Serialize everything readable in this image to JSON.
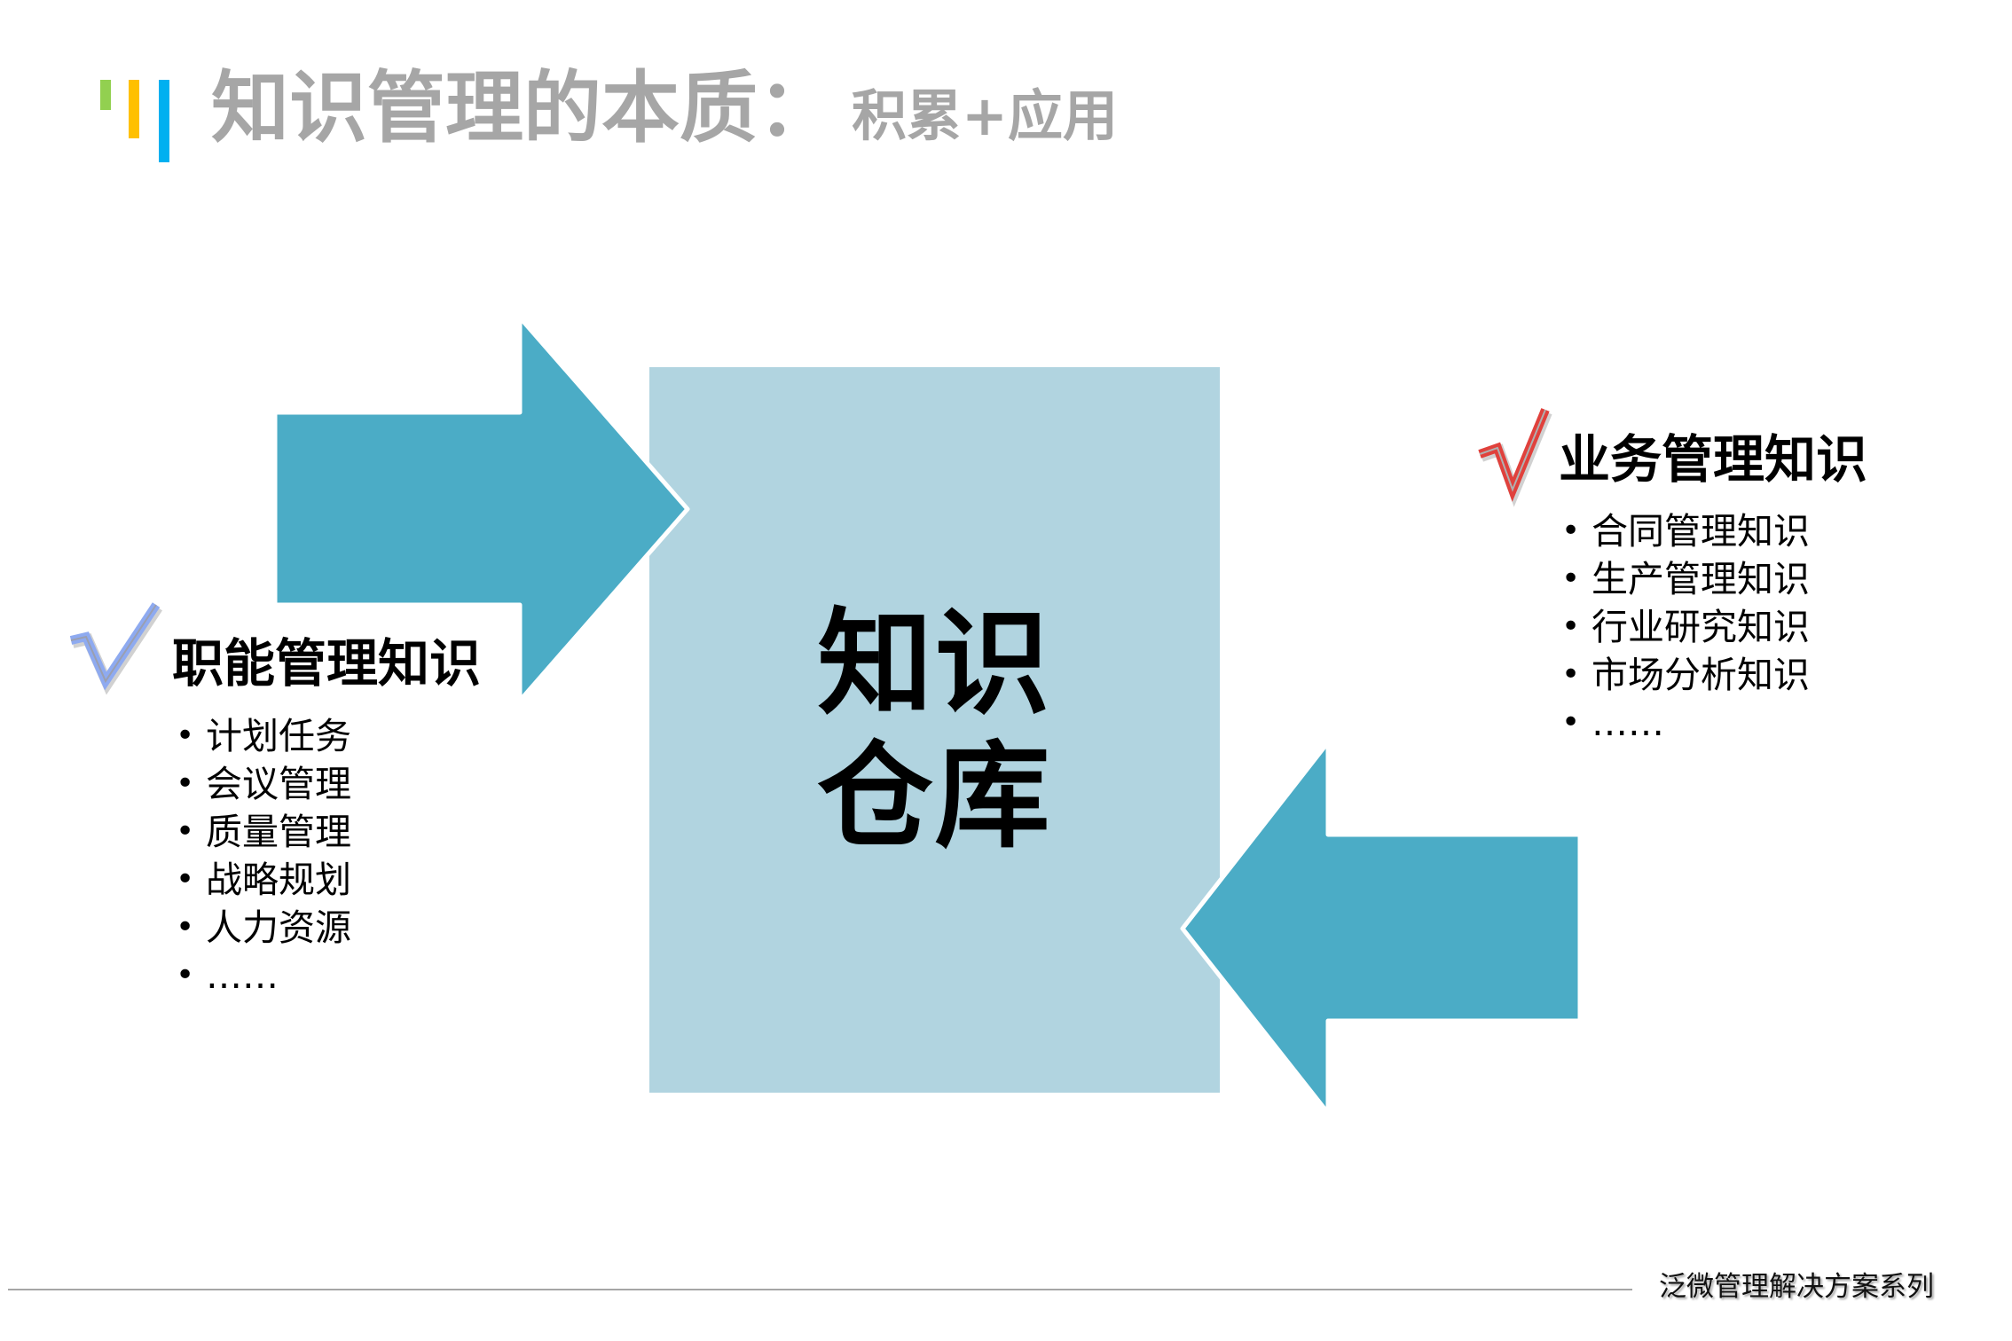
{
  "header": {
    "title": "知识管理的本质：",
    "subtitle": "积累+应用",
    "accent_bars": [
      {
        "color": "#92d050",
        "name": "green"
      },
      {
        "color": "#ffc000",
        "name": "yellow"
      },
      {
        "color": "#00b0f0",
        "name": "blue"
      }
    ],
    "title_color": "#a6a6a6"
  },
  "diagram": {
    "center_box": {
      "line1": "知识",
      "line2": "仓库",
      "fill": "#b1d4e0"
    },
    "arrow_color": "#4bacc6",
    "left_section": {
      "heading": "职能管理知识",
      "check_color": "#8eaaf0",
      "items": [
        "计划任务",
        "会议管理",
        "质量管理",
        "战略规划",
        "人力资源",
        "……"
      ]
    },
    "right_section": {
      "heading": "业务管理知识",
      "check_color": "#e0413c",
      "items": [
        "合同管理知识",
        "生产管理知识",
        "行业研究知识",
        "市场分析知识",
        "……"
      ]
    }
  },
  "footer": {
    "text": "泛微管理解决方案系列"
  }
}
